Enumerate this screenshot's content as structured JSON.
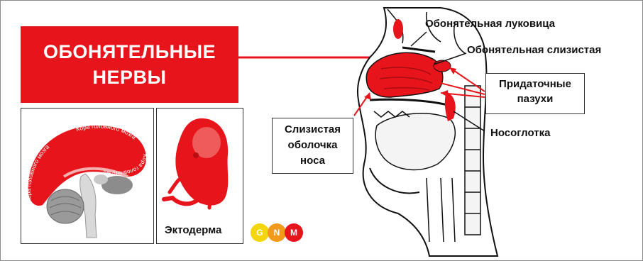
{
  "title": {
    "line1": "ОБОНЯТЕЛЬНЫЕ",
    "line2": "НЕРВЫ"
  },
  "brain": {
    "cortex_label": "Кора головного мозга"
  },
  "embryo": {
    "label": "Эктодерма"
  },
  "logo": {
    "letters": [
      "G",
      "N",
      "M"
    ]
  },
  "anatomy": {
    "olfactory_bulb": "Обонятельная луковица",
    "olfactory_mucosa": "Обонятельная слизистая",
    "sinuses_line1": "Придаточные",
    "sinuses_line2": "пазухи",
    "nasopharynx": "Носоглотка",
    "nasal_mucosa_line1": "Слизистая",
    "nasal_mucosa_line2": "оболочка",
    "nasal_mucosa_line3": "носа"
  },
  "colors": {
    "accent_red": "#e8141b",
    "logo_yellow": "#f5d60a",
    "logo_orange": "#f29a1a",
    "logo_red": "#e8141b"
  }
}
